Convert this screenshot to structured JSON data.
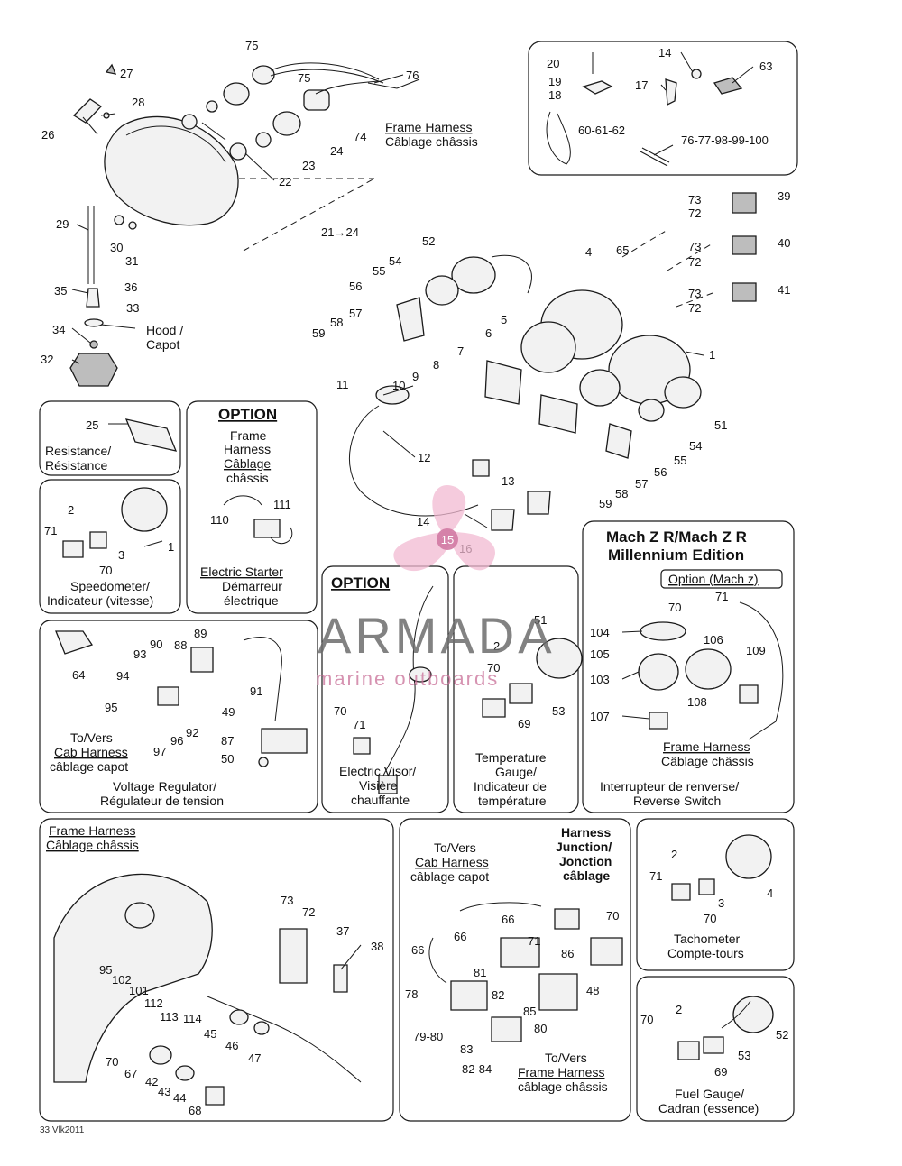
{
  "callouts": [
    "75",
    "27",
    "76",
    "28",
    "75",
    "26",
    "74",
    "24",
    "23",
    "22",
    "21→24",
    "29",
    "30",
    "31",
    "35",
    "36",
    "33",
    "34",
    "32",
    "20",
    "19",
    "18",
    "14",
    "17",
    "63",
    "60-61-62",
    "76-77-98-99-100",
    "73",
    "72",
    "39",
    "73",
    "72",
    "40",
    "73",
    "72",
    "41",
    "52",
    "65",
    "4",
    "54",
    "55",
    "56",
    "57",
    "58",
    "59",
    "5",
    "6",
    "1",
    "7",
    "8",
    "9",
    "10",
    "11",
    "12",
    "13",
    "51",
    "54",
    "55",
    "56",
    "57",
    "58",
    "59",
    "14",
    "15",
    "16",
    "25",
    "2",
    "71",
    "3",
    "1",
    "70",
    "111",
    "110",
    "90",
    "89",
    "93",
    "88",
    "94",
    "91",
    "95",
    "97",
    "96",
    "92",
    "64",
    "49",
    "87",
    "50",
    "70",
    "71",
    "51",
    "2",
    "70",
    "53",
    "69",
    "71",
    "70",
    "104",
    "106",
    "109",
    "105",
    "103",
    "108",
    "107",
    "73",
    "72",
    "37",
    "38",
    "95",
    "102",
    "101",
    "112",
    "113",
    "114",
    "45",
    "46",
    "47",
    "70",
    "67",
    "42",
    "43",
    "44",
    "68",
    "66",
    "70",
    "66",
    "71",
    "86",
    "66",
    "81",
    "82",
    "48",
    "78",
    "85",
    "80",
    "79-80",
    "83",
    "82-84",
    "2",
    "71",
    "4",
    "3",
    "70",
    "2",
    "70",
    "52",
    "53",
    "69"
  ],
  "labels": {
    "frame_harness_top": [
      "Frame Harness",
      "Câblage châssis"
    ],
    "hood": [
      "Hood /",
      "Capot"
    ],
    "resistance": [
      "Resistance/",
      "Résistance"
    ],
    "option1": "OPTION",
    "option1_sub": [
      "Frame",
      "Harness",
      "Câblage",
      "châssis"
    ],
    "electric_starter": [
      "Electric Starter",
      "Démarreur",
      "électrique"
    ],
    "speedometer": [
      "Speedometer/",
      "Indicateur (vitesse)"
    ],
    "option2": "OPTION",
    "electric_visor": [
      "Electric Visor/",
      "Visière",
      "chauffante"
    ],
    "temperature": [
      "Temperature",
      "Gauge/",
      "Indicateur de",
      "température"
    ],
    "mach_z": [
      "Mach Z R/Mach Z R",
      "Millennium Edition"
    ],
    "option_mach": "Option (Mach z)",
    "frame_harness_mach": [
      "Frame Harness",
      "Câblage châssis"
    ],
    "reverse_switch": [
      "Interrupteur de renverse/",
      "Reverse Switch"
    ],
    "voltage_regulator": [
      "Voltage Regulator/",
      "Régulateur de tension"
    ],
    "to_cab": [
      "To/Vers",
      "Cab Harness",
      "câblage capot"
    ],
    "frame_harness_bl": [
      "Frame Harness",
      "Câblage châssis"
    ],
    "to_cab2": [
      "To/Vers",
      "Cab Harness",
      "câblage capot"
    ],
    "harness_junction": [
      "Harness",
      "Junction/",
      "Jonction",
      "câblage"
    ],
    "to_frame": [
      "To/Vers",
      "Frame Harness",
      "câblage châssis"
    ],
    "tachometer": [
      "Tachometer",
      "Compte-tours"
    ],
    "fuel_gauge": [
      "Fuel Gauge/",
      "Cadran (essence)"
    ],
    "footer": "33 Vlk2011"
  },
  "watermark": {
    "brand": "ARMADA",
    "tagline": "marine outboards",
    "badge": "15",
    "color": "#d17aa3"
  }
}
